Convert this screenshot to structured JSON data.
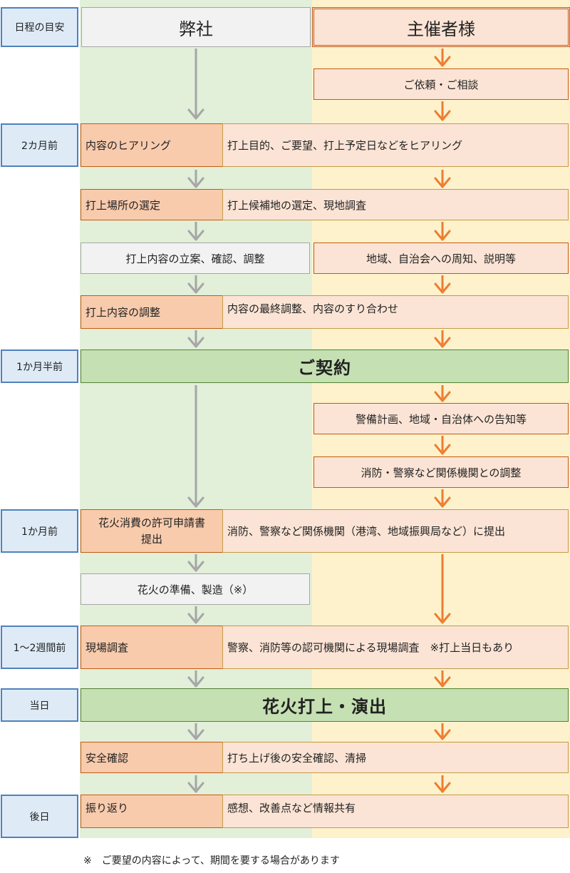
{
  "header": {
    "schedule_label": "日程の目安",
    "company_label": "弊社",
    "organizer_label": "主催者様"
  },
  "schedule": {
    "two_months": "2カ月前",
    "one_half_month": "1か月半前",
    "one_month": "1か月前",
    "one_two_weeks": "1～2週間前",
    "day_of": "当日",
    "after": "後日"
  },
  "steps": {
    "request": "ご依頼・ご相談",
    "hearing_label": "内容のヒアリング",
    "hearing_desc": "打上目的、ご要望、打上予定日などをヒアリング",
    "site_label": "打上場所の選定",
    "site_desc": "打上候補地の選定、現地調査",
    "planning": "打上内容の立案、確認、調整",
    "notice": "地域、自治会への周知、説明等",
    "adjust_label": "打上内容の調整",
    "adjust_desc": "内容の最終調整、内容のすり合わせ",
    "contract": "ご契約",
    "security": "警備計画、地域・自治体への告知等",
    "agencies": "消防・警察など関係機関との調整",
    "permit_label": "花火消費の許可申請書\n提出",
    "permit_desc": "消防、警察など関係機関（港湾、地域振興局など）に提出",
    "prepare": "花火の準備、製造（※）",
    "inspection_label": "現場調査",
    "inspection_desc": "警察、消防等の認可機関による現場調査　※打上当日もあり",
    "launch": "花火打上・演出",
    "safety_label": "安全確認",
    "safety_desc": "打ち上げ後の安全確認、清掃",
    "review_label": "振り返り",
    "review_desc": "感想、改善点など情報共有"
  },
  "footnote": "※　ご要望の内容によって、期間を要する場合があります",
  "colors": {
    "company_lane": "#e2efd9",
    "organizer_lane": "#fef2cc",
    "gray_arrow": "#a6a6a6",
    "orange_arrow": "#ed7d31",
    "milestone": "#c5e0b3"
  }
}
